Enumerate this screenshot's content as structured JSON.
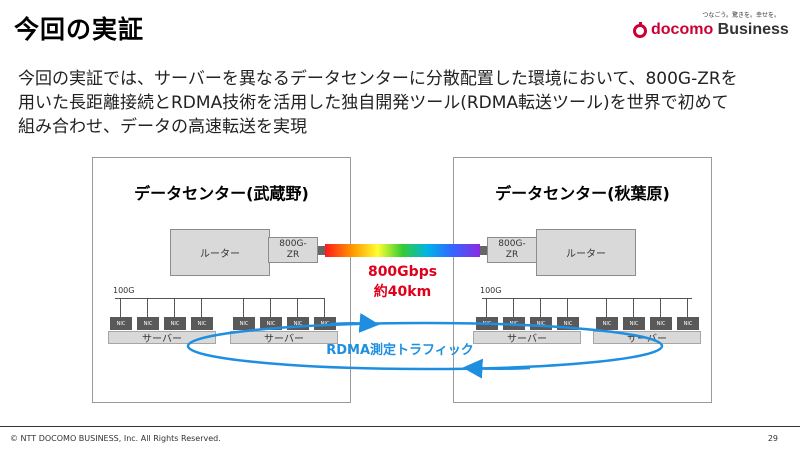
{
  "slide": {
    "title": "今回の実証",
    "description_lines": [
      "今回の実証では、サーバーを異なるデータセンターに分散配置した環境において、800G-ZRを",
      "用いた長距離接続とRDMA技術を活用した独自開発ツール(RDMA転送ツール)を世界で初めて",
      "組み合わせ、データの高速転送を実現"
    ]
  },
  "logo": {
    "tagline": "つなごう。驚きを。幸せを。",
    "docomo": "docomo",
    "business": " Business",
    "brand_color": "#cc0033"
  },
  "diagram": {
    "left_dc": {
      "title": "データセンター(武蔵野)",
      "router_label": "ルーター",
      "module_label_line1": "800G-",
      "module_label_line2": "ZR",
      "link_speed_label": "100G",
      "nic_label": "NIC",
      "server_label": "サーバー"
    },
    "right_dc": {
      "title": "データセンター(秋葉原)",
      "router_label": "ルーター",
      "module_label_line1": "800G-",
      "module_label_line2": "ZR",
      "link_speed_label": "100G",
      "nic_label": "NIC",
      "server_label": "サーバー"
    },
    "link": {
      "speed": "800Gbps",
      "distance": "約40km",
      "label_color": "#e0001b"
    },
    "traffic": {
      "label": "RDMA測定トラフィック",
      "color": "#1e8fe0"
    }
  },
  "footer": {
    "copyright": "© NTT DOCOMO BUSINESS, Inc. All Rights Reserved.",
    "page_number": "29"
  }
}
